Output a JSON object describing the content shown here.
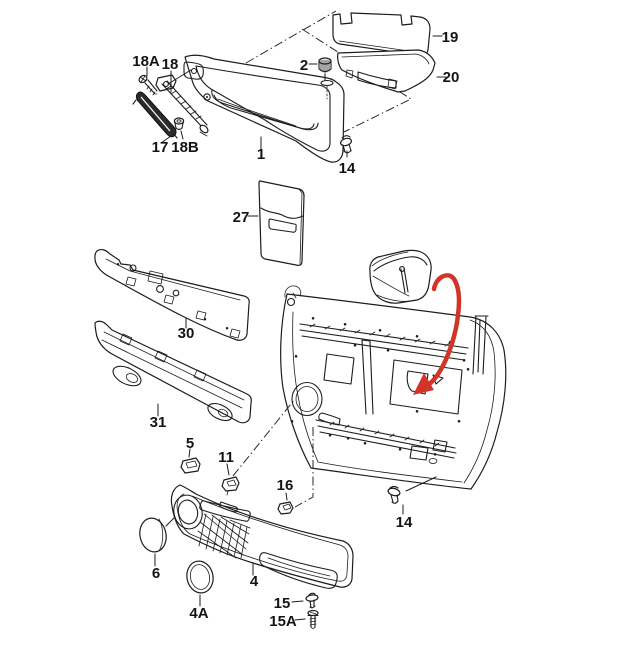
{
  "diagram": {
    "background": "#ffffff",
    "line_color": "#1d1d1d",
    "accent_color": "#d2342a",
    "callouts": {
      "p18A": "18A",
      "p18": "18",
      "p2": "2",
      "p19": "19",
      "p20": "20",
      "p17": "17",
      "p18B": "18B",
      "p1": "1",
      "p14_top": "14",
      "p27": "27",
      "p30": "30",
      "p31": "31",
      "p5": "5",
      "p11": "11",
      "p16": "16",
      "p14_bottom": "14",
      "p6": "6",
      "p4": "4",
      "p4A": "4A",
      "p15": "15",
      "p15A": "15A"
    }
  }
}
